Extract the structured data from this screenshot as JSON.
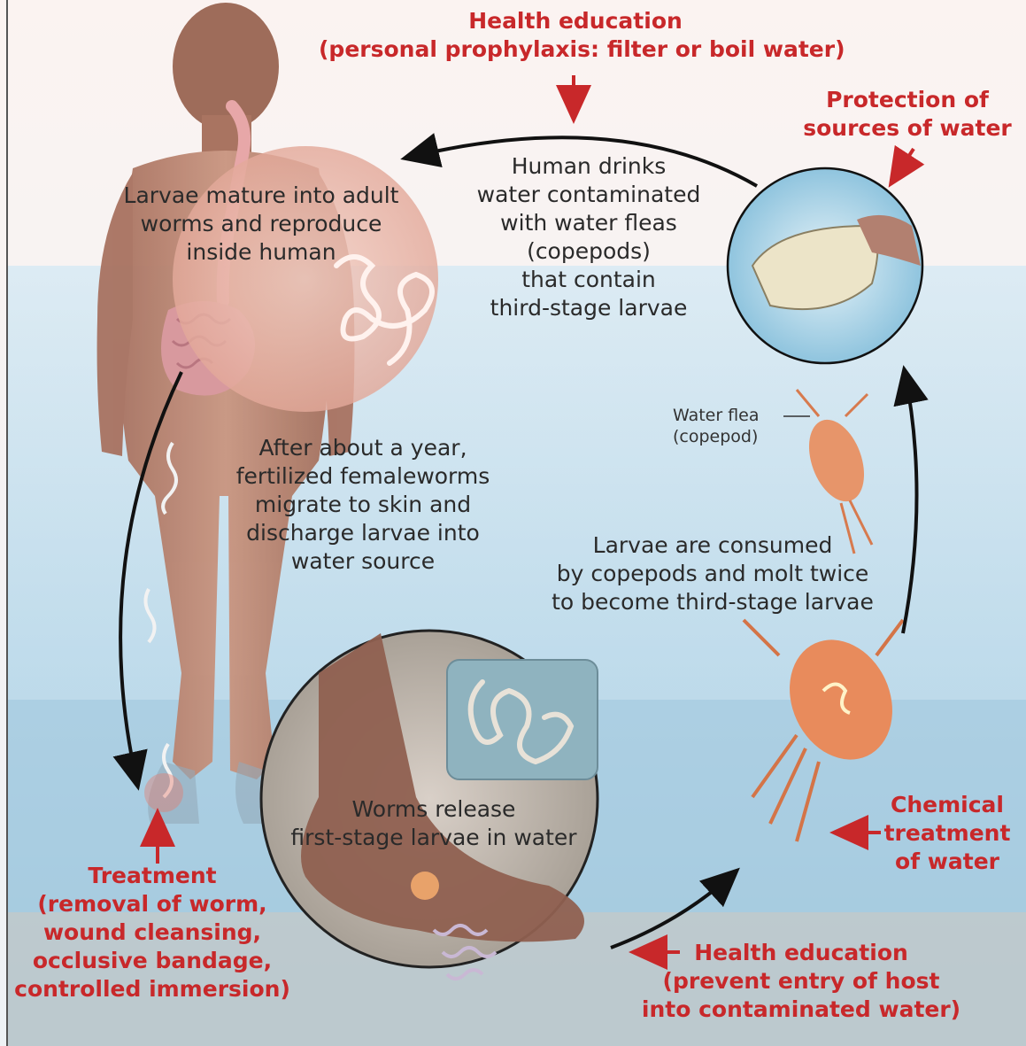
{
  "title": {
    "line1": "Health education",
    "line2": "(personal prophylaxis: filter or boil water)"
  },
  "steps": {
    "drink": [
      "Human drinks",
      "water contaminated",
      "with water fleas",
      "(copepods)",
      "that contain",
      "third-stage larvae"
    ],
    "mature": [
      "Larvae mature into adult",
      "worms and reproduce",
      "inside human"
    ],
    "migrate": [
      "After about a year,",
      "fertilized femaleworms",
      "migrate to skin and",
      "discharge larvae into",
      "water source"
    ],
    "release": [
      "Worms release",
      "first-stage larvae in water"
    ],
    "consume": [
      "Larvae are consumed",
      "by copepods and molt twice",
      "to become third-stage larvae"
    ]
  },
  "interventions": {
    "protection": [
      "Protection of",
      "sources of water"
    ],
    "chemical": [
      "Chemical",
      "treatment",
      "of water"
    ],
    "education2": [
      "Health education",
      "(prevent entry of host",
      "into contaminated water)"
    ],
    "treatment": [
      "Treatment",
      "(removal of worm,",
      "wound cleansing,",
      "occlusive bandage,",
      "controlled immersion)"
    ]
  },
  "labels": {
    "water_flea": [
      "Water flea",
      "(copepod)"
    ]
  },
  "colors": {
    "intervention_red": "#c8282a",
    "text_dark": "#2a2a2a",
    "water_blue": "#a9cfe6",
    "skin": "#b98770"
  }
}
